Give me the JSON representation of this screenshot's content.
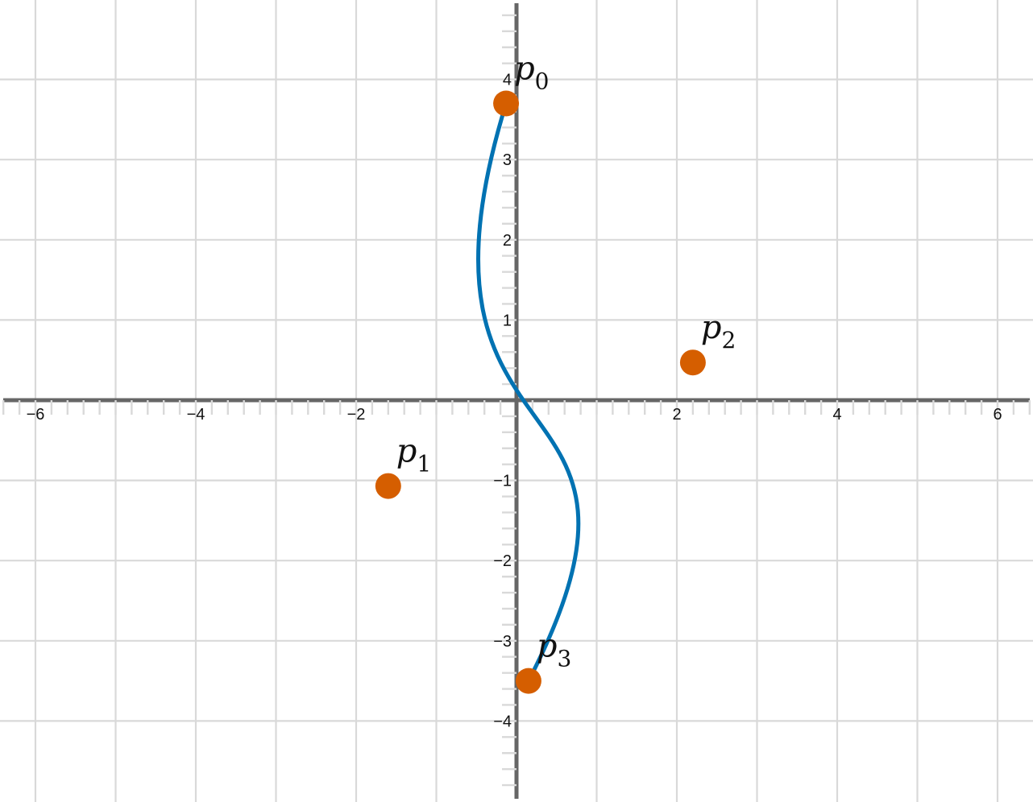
{
  "chart_data": {
    "type": "scatter",
    "title": "",
    "xlabel": "",
    "ylabel": "",
    "xlim": [
      -6.4,
      6.4
    ],
    "ylim": [
      -4.95,
      4.95
    ],
    "grid": true,
    "x_major_ticks": [
      -6,
      -4,
      -2,
      2,
      4,
      6
    ],
    "y_major_ticks": [
      -4,
      -3,
      -2,
      -1,
      1,
      2,
      3,
      4
    ],
    "minor_tick_step": 0.2,
    "x_tick_labels": [
      "−6",
      "−4",
      "−2",
      "2",
      "4",
      "6"
    ],
    "y_tick_labels": [
      "−4",
      "−3",
      "−2",
      "−1",
      "1",
      "2",
      "3",
      "4"
    ],
    "curve": {
      "kind": "cubic-bezier",
      "color": "#0072b2",
      "control_points": [
        "p0",
        "p1",
        "p2",
        "p3"
      ]
    },
    "points": [
      {
        "id": "p0",
        "label": "p",
        "sub": "0",
        "x": -0.13,
        "y": 3.7
      },
      {
        "id": "p1",
        "label": "p",
        "sub": "1",
        "x": -1.6,
        "y": -1.07
      },
      {
        "id": "p2",
        "label": "p",
        "sub": "2",
        "x": 2.2,
        "y": 0.47
      },
      {
        "id": "p3",
        "label": "p",
        "sub": "3",
        "x": 0.15,
        "y": -3.5
      }
    ],
    "point_color": "#d55e00"
  }
}
